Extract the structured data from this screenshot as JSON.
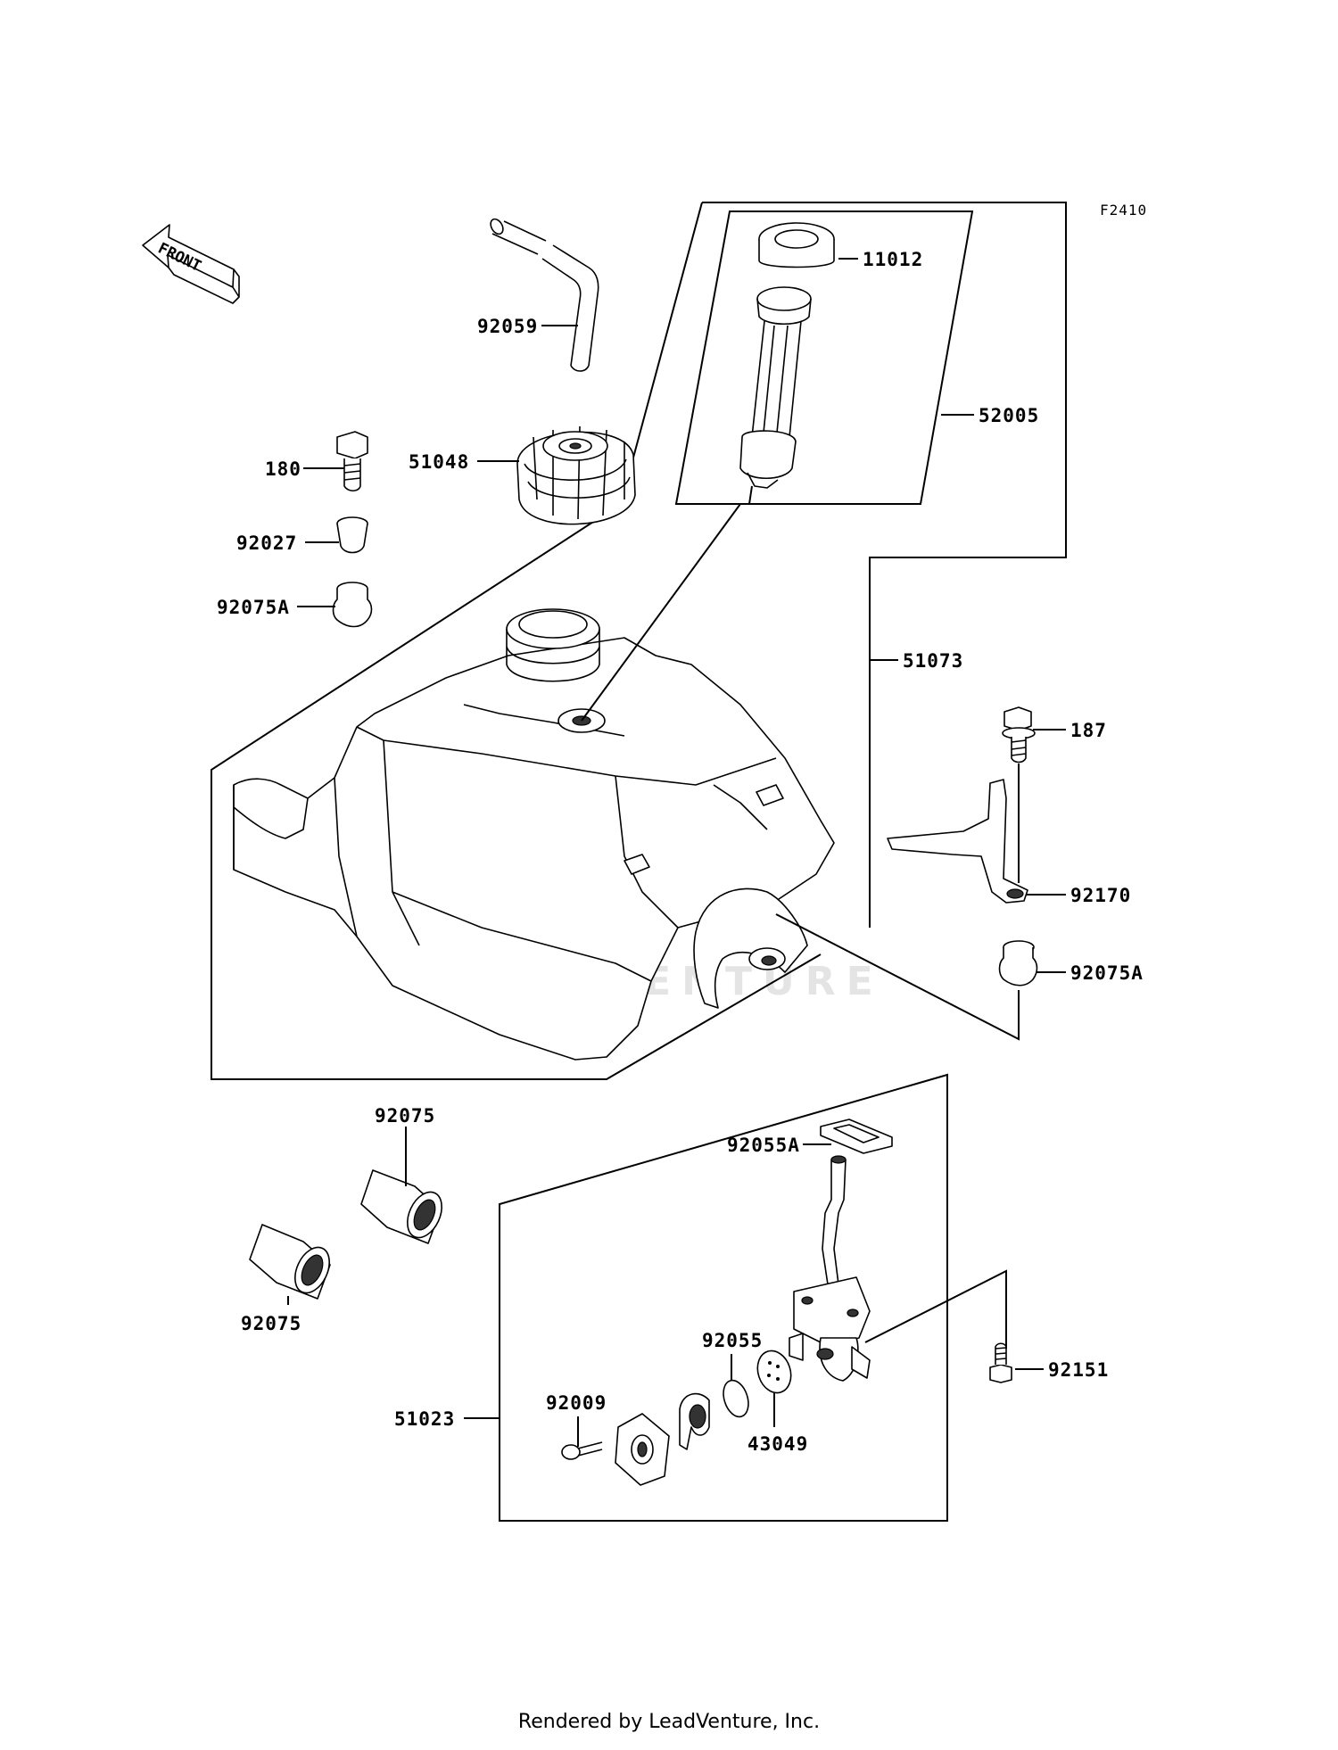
{
  "diagram": {
    "figure_code": "F2410",
    "front_label": "FRONT",
    "watermark": "LEADVENTURE",
    "footer": "Rendered by LeadVenture, Inc."
  },
  "parts": [
    {
      "id": "p11012",
      "number": "11012",
      "part": "fuel-tank-grommet"
    },
    {
      "id": "p52005",
      "number": "52005",
      "part": "fuel-level-gauge-assembly"
    },
    {
      "id": "p92059",
      "number": "92059",
      "part": "breather-hose"
    },
    {
      "id": "p51048",
      "number": "51048",
      "part": "fuel-cap"
    },
    {
      "id": "p180",
      "number": "180",
      "part": "bolt"
    },
    {
      "id": "p92027",
      "number": "92027",
      "part": "collar"
    },
    {
      "id": "p92075A_left",
      "number": "92075A",
      "part": "rubber-damper"
    },
    {
      "id": "p51073",
      "number": "51073",
      "part": "fuel-tank"
    },
    {
      "id": "p187",
      "number": "187",
      "part": "bolt"
    },
    {
      "id": "p92170",
      "number": "92170",
      "part": "tank-clamp"
    },
    {
      "id": "p92075A_right",
      "number": "92075A",
      "part": "rubber-damper"
    },
    {
      "id": "p92075_top",
      "number": "92075",
      "part": "rubber-damper"
    },
    {
      "id": "p92075_bottom",
      "number": "92075",
      "part": "rubber-damper"
    },
    {
      "id": "p92055A",
      "number": "92055A",
      "part": "gasket"
    },
    {
      "id": "p92055",
      "number": "92055",
      "part": "o-ring"
    },
    {
      "id": "p92151",
      "number": "92151",
      "part": "bolt"
    },
    {
      "id": "p92009",
      "number": "92009",
      "part": "screw"
    },
    {
      "id": "p43049",
      "number": "43049",
      "part": "diaphragm"
    },
    {
      "id": "p51023",
      "number": "51023",
      "part": "fuel-cock-assembly"
    }
  ]
}
